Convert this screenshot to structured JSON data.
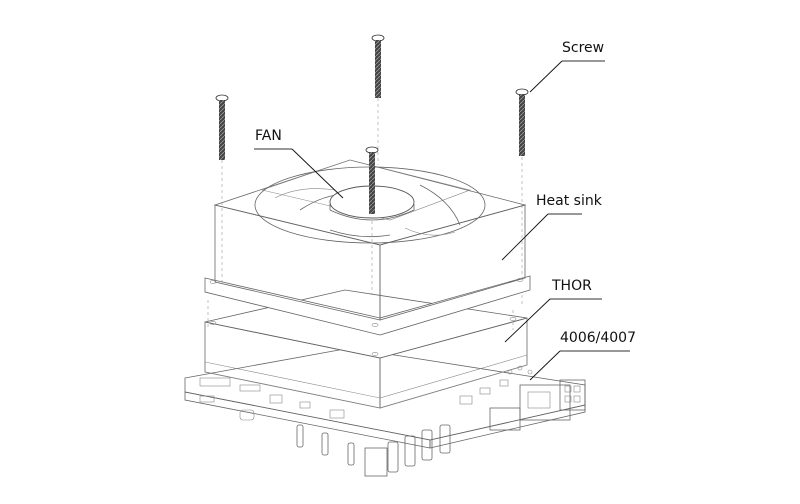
{
  "diagram": {
    "type": "exploded-assembly",
    "labels": {
      "screw": "Screw",
      "fan": "FAN",
      "heat_sink": "Heat sink",
      "thor": "THOR",
      "board": "4006/4007"
    },
    "parts": [
      "screw",
      "screw",
      "screw",
      "screw",
      "fan",
      "heat-sink",
      "thor-module",
      "carrier-board"
    ],
    "screw_count": 4
  }
}
